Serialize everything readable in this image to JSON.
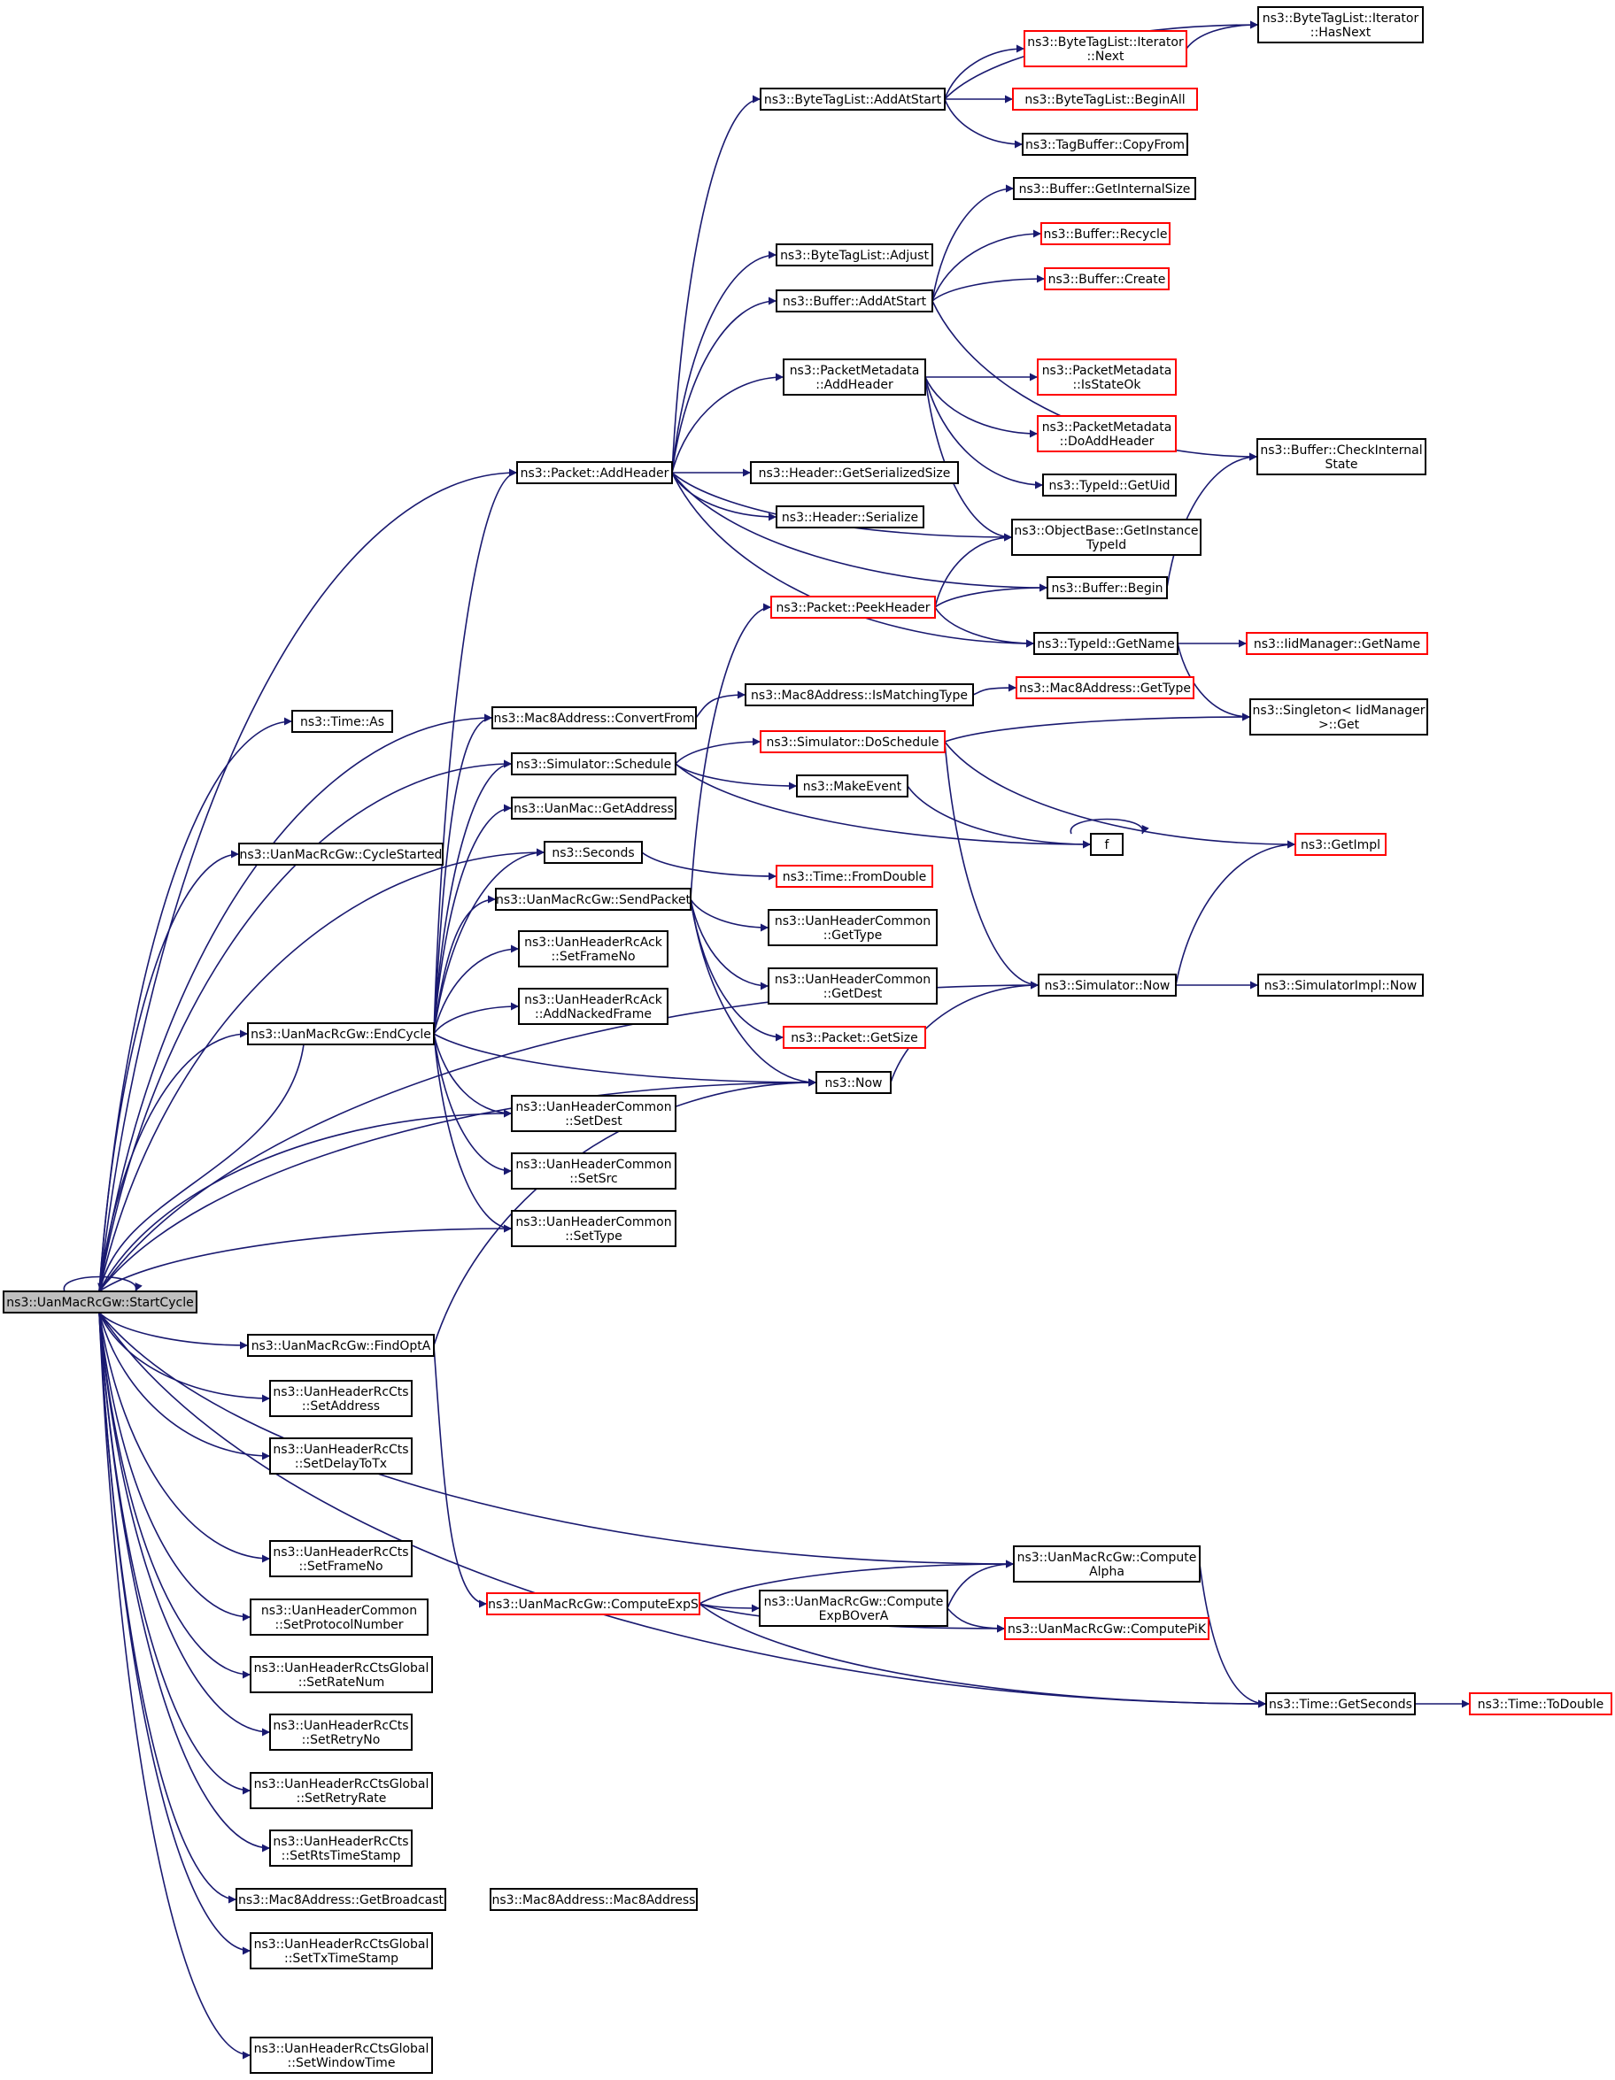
{
  "colors": {
    "edge": "#191970",
    "node_border": "#000000",
    "node_border_incomplete": "#ff0000",
    "root_fill": "#bfbfbf",
    "node_fill": "#ffffff"
  },
  "nodes": [
    {
      "id": "startcycle",
      "lines": [
        "ns3::UanMacRcGw::StartCycle"
      ],
      "style": "root"
    },
    {
      "id": "addheader",
      "lines": [
        "ns3::Packet::AddHeader"
      ],
      "style": "normal"
    },
    {
      "id": "time_as",
      "lines": [
        "ns3::Time::As"
      ],
      "style": "normal"
    },
    {
      "id": "convertfrom",
      "lines": [
        "ns3::Mac8Address::ConvertFrom"
      ],
      "style": "normal"
    },
    {
      "id": "schedule",
      "lines": [
        "ns3::Simulator::Schedule"
      ],
      "style": "normal"
    },
    {
      "id": "getaddress",
      "lines": [
        "ns3::UanMac::GetAddress"
      ],
      "style": "normal"
    },
    {
      "id": "cyclestarted",
      "lines": [
        "ns3::UanMacRcGw::CycleStarted"
      ],
      "style": "normal"
    },
    {
      "id": "seconds",
      "lines": [
        "ns3::Seconds"
      ],
      "style": "normal"
    },
    {
      "id": "sendpacket",
      "lines": [
        "ns3::UanMacRcGw::SendPacket"
      ],
      "style": "normal"
    },
    {
      "id": "setframeno_ack",
      "lines": [
        "ns3::UanHeaderRcAck",
        "::SetFrameNo"
      ],
      "style": "normal"
    },
    {
      "id": "addnackedframe",
      "lines": [
        "ns3::UanHeaderRcAck",
        "::AddNackedFrame"
      ],
      "style": "normal"
    },
    {
      "id": "endcycle",
      "lines": [
        "ns3::UanMacRcGw::EndCycle"
      ],
      "style": "normal"
    },
    {
      "id": "setdest",
      "lines": [
        "ns3::UanHeaderCommon",
        "::SetDest"
      ],
      "style": "normal"
    },
    {
      "id": "setsrc",
      "lines": [
        "ns3::UanHeaderCommon",
        "::SetSrc"
      ],
      "style": "normal"
    },
    {
      "id": "settype",
      "lines": [
        "ns3::UanHeaderCommon",
        "::SetType"
      ],
      "style": "normal"
    },
    {
      "id": "findopta",
      "lines": [
        "ns3::UanMacRcGw::FindOptA"
      ],
      "style": "normal"
    },
    {
      "id": "cts_setaddress",
      "lines": [
        "ns3::UanHeaderRcCts",
        "::SetAddress"
      ],
      "style": "normal"
    },
    {
      "id": "cts_setdelaytotx",
      "lines": [
        "ns3::UanHeaderRcCts",
        "::SetDelayToTx"
      ],
      "style": "normal"
    },
    {
      "id": "cts_setframeno",
      "lines": [
        "ns3::UanHeaderRcCts",
        "::SetFrameNo"
      ],
      "style": "normal"
    },
    {
      "id": "setprotocolnumber",
      "lines": [
        "ns3::UanHeaderCommon",
        "::SetProtocolNumber"
      ],
      "style": "normal"
    },
    {
      "id": "setratenum",
      "lines": [
        "ns3::UanHeaderRcCtsGlobal",
        "::SetRateNum"
      ],
      "style": "normal"
    },
    {
      "id": "setretryno",
      "lines": [
        "ns3::UanHeaderRcCts",
        "::SetRetryNo"
      ],
      "style": "normal"
    },
    {
      "id": "setretryrate",
      "lines": [
        "ns3::UanHeaderRcCtsGlobal",
        "::SetRetryRate"
      ],
      "style": "normal"
    },
    {
      "id": "setrtstimestamp",
      "lines": [
        "ns3::UanHeaderRcCts",
        "::SetRtsTimeStamp"
      ],
      "style": "normal"
    },
    {
      "id": "getbroadcast",
      "lines": [
        "ns3::Mac8Address::GetBroadcast"
      ],
      "style": "normal"
    },
    {
      "id": "mac8address",
      "lines": [
        "ns3::Mac8Address::Mac8Address"
      ],
      "style": "normal"
    },
    {
      "id": "settxtimestamp",
      "lines": [
        "ns3::UanHeaderRcCtsGlobal",
        "::SetTxTimeStamp"
      ],
      "style": "normal"
    },
    {
      "id": "setwindowtime",
      "lines": [
        "ns3::UanHeaderRcCtsGlobal",
        "::SetWindowTime"
      ],
      "style": "normal"
    },
    {
      "id": "btl_addatstart",
      "lines": [
        "ns3::ByteTagList::AddAtStart"
      ],
      "style": "normal"
    },
    {
      "id": "btl_adjust",
      "lines": [
        "ns3::ByteTagList::Adjust"
      ],
      "style": "normal"
    },
    {
      "id": "buf_addatstart",
      "lines": [
        "ns3::Buffer::AddAtStart"
      ],
      "style": "normal"
    },
    {
      "id": "pm_addheader",
      "lines": [
        "ns3::PacketMetadata",
        "::AddHeader"
      ],
      "style": "normal"
    },
    {
      "id": "getserializedsize",
      "lines": [
        "ns3::Header::GetSerializedSize"
      ],
      "style": "normal"
    },
    {
      "id": "serialize",
      "lines": [
        "ns3::Header::Serialize"
      ],
      "style": "normal"
    },
    {
      "id": "peekheader",
      "lines": [
        "ns3::Packet::PeekHeader"
      ],
      "style": "incomplete"
    },
    {
      "id": "ismatchingtype",
      "lines": [
        "ns3::Mac8Address::IsMatchingType"
      ],
      "style": "normal"
    },
    {
      "id": "doschedule",
      "lines": [
        "ns3::Simulator::DoSchedule"
      ],
      "style": "incomplete"
    },
    {
      "id": "makeevent",
      "lines": [
        "ns3::MakeEvent"
      ],
      "style": "normal"
    },
    {
      "id": "fromdouble",
      "lines": [
        "ns3::Time::FromDouble"
      ],
      "style": "incomplete"
    },
    {
      "id": "uhc_gettype",
      "lines": [
        "ns3::UanHeaderCommon",
        "::GetType"
      ],
      "style": "normal"
    },
    {
      "id": "uhc_getdest",
      "lines": [
        "ns3::UanHeaderCommon",
        "::GetDest"
      ],
      "style": "normal"
    },
    {
      "id": "packet_getsize",
      "lines": [
        "ns3::Packet::GetSize"
      ],
      "style": "incomplete"
    },
    {
      "id": "ns3_now",
      "lines": [
        "ns3::Now"
      ],
      "style": "normal"
    },
    {
      "id": "computeexps",
      "lines": [
        "ns3::UanMacRcGw::ComputeExpS"
      ],
      "style": "incomplete"
    },
    {
      "id": "computeexpbovera",
      "lines": [
        "ns3::UanMacRcGw::Compute",
        "ExpBOverA"
      ],
      "style": "normal"
    },
    {
      "id": "it_next",
      "lines": [
        "ns3::ByteTagList::Iterator",
        "::Next"
      ],
      "style": "incomplete"
    },
    {
      "id": "btl_beginall",
      "lines": [
        "ns3::ByteTagList::BeginAll"
      ],
      "style": "incomplete"
    },
    {
      "id": "tagbuffer_copyfrom",
      "lines": [
        "ns3::TagBuffer::CopyFrom"
      ],
      "style": "normal"
    },
    {
      "id": "buf_getinternalsize",
      "lines": [
        "ns3::Buffer::GetInternalSize"
      ],
      "style": "normal"
    },
    {
      "id": "buf_recycle",
      "lines": [
        "ns3::Buffer::Recycle"
      ],
      "style": "incomplete"
    },
    {
      "id": "buf_create",
      "lines": [
        "ns3::Buffer::Create"
      ],
      "style": "incomplete"
    },
    {
      "id": "pm_isstateok",
      "lines": [
        "ns3::PacketMetadata",
        "::IsStateOk"
      ],
      "style": "incomplete"
    },
    {
      "id": "pm_doaddheader",
      "lines": [
        "ns3::PacketMetadata",
        "::DoAddHeader"
      ],
      "style": "incomplete"
    },
    {
      "id": "typeid_getuid",
      "lines": [
        "ns3::TypeId::GetUid"
      ],
      "style": "normal"
    },
    {
      "id": "getinstancetypeid",
      "lines": [
        "ns3::ObjectBase::GetInstance",
        "TypeId"
      ],
      "style": "normal"
    },
    {
      "id": "buf_begin",
      "lines": [
        "ns3::Buffer::Begin"
      ],
      "style": "normal"
    },
    {
      "id": "typeid_getname",
      "lines": [
        "ns3::TypeId::GetName"
      ],
      "style": "normal"
    },
    {
      "id": "mac8_gettype",
      "lines": [
        "ns3::Mac8Address::GetType"
      ],
      "style": "incomplete"
    },
    {
      "id": "f",
      "lines": [
        "f"
      ],
      "style": "normal"
    },
    {
      "id": "simulator_now",
      "lines": [
        "ns3::Simulator::Now"
      ],
      "style": "normal"
    },
    {
      "id": "computealpha",
      "lines": [
        "ns3::UanMacRcGw::Compute",
        "Alpha"
      ],
      "style": "normal"
    },
    {
      "id": "computepik",
      "lines": [
        "ns3::UanMacRcGw::ComputePiK"
      ],
      "style": "incomplete"
    },
    {
      "id": "it_hasnext",
      "lines": [
        "ns3::ByteTagList::Iterator",
        "::HasNext"
      ],
      "style": "normal"
    },
    {
      "id": "checkinternalstate",
      "lines": [
        "ns3::Buffer::CheckInternal",
        "State"
      ],
      "style": "normal"
    },
    {
      "id": "iidmanager_getname",
      "lines": [
        "ns3::IidManager::GetName"
      ],
      "style": "incomplete"
    },
    {
      "id": "singleton_get",
      "lines": [
        "ns3::Singleton< IidManager",
        ">::Get"
      ],
      "style": "normal"
    },
    {
      "id": "getimpl",
      "lines": [
        "ns3::GetImpl"
      ],
      "style": "incomplete"
    },
    {
      "id": "simimpl_now",
      "lines": [
        "ns3::SimulatorImpl::Now"
      ],
      "style": "normal"
    },
    {
      "id": "getseconds",
      "lines": [
        "ns3::Time::GetSeconds"
      ],
      "style": "normal"
    },
    {
      "id": "todouble",
      "lines": [
        "ns3::Time::ToDouble"
      ],
      "style": "incomplete"
    }
  ],
  "edges": [
    [
      "startcycle",
      "startcycle"
    ],
    [
      "startcycle",
      "addheader"
    ],
    [
      "startcycle",
      "time_as"
    ],
    [
      "startcycle",
      "convertfrom"
    ],
    [
      "startcycle",
      "schedule"
    ],
    [
      "startcycle",
      "cyclestarted"
    ],
    [
      "startcycle",
      "seconds"
    ],
    [
      "startcycle",
      "endcycle"
    ],
    [
      "startcycle",
      "setdest"
    ],
    [
      "startcycle",
      "settype"
    ],
    [
      "startcycle",
      "ns3_now"
    ],
    [
      "startcycle",
      "simulator_now"
    ],
    [
      "startcycle",
      "findopta"
    ],
    [
      "startcycle",
      "cts_setaddress"
    ],
    [
      "startcycle",
      "cts_setdelaytotx"
    ],
    [
      "startcycle",
      "computealpha"
    ],
    [
      "startcycle",
      "cts_setframeno"
    ],
    [
      "startcycle",
      "setprotocolnumber"
    ],
    [
      "startcycle",
      "setratenum"
    ],
    [
      "startcycle",
      "setretryno"
    ],
    [
      "startcycle",
      "setretryrate"
    ],
    [
      "startcycle",
      "setrtstimestamp"
    ],
    [
      "startcycle",
      "getbroadcast"
    ],
    [
      "startcycle",
      "settxtimestamp"
    ],
    [
      "startcycle",
      "getseconds"
    ],
    [
      "startcycle",
      "setwindowtime"
    ],
    [
      "endcycle",
      "startcycle"
    ],
    [
      "endcycle",
      "addheader"
    ],
    [
      "endcycle",
      "convertfrom"
    ],
    [
      "endcycle",
      "schedule"
    ],
    [
      "endcycle",
      "getaddress"
    ],
    [
      "endcycle",
      "seconds"
    ],
    [
      "endcycle",
      "sendpacket"
    ],
    [
      "endcycle",
      "setframeno_ack"
    ],
    [
      "endcycle",
      "addnackedframe"
    ],
    [
      "endcycle",
      "ns3_now"
    ],
    [
      "endcycle",
      "setdest"
    ],
    [
      "endcycle",
      "setsrc"
    ],
    [
      "endcycle",
      "settype"
    ],
    [
      "addheader",
      "btl_addatstart"
    ],
    [
      "addheader",
      "btl_adjust"
    ],
    [
      "addheader",
      "buf_addatstart"
    ],
    [
      "addheader",
      "pm_addheader"
    ],
    [
      "addheader",
      "getserializedsize"
    ],
    [
      "addheader",
      "serialize"
    ],
    [
      "addheader",
      "getinstancetypeid"
    ],
    [
      "addheader",
      "buf_begin"
    ],
    [
      "addheader",
      "typeid_getname"
    ],
    [
      "btl_addatstart",
      "it_hasnext"
    ],
    [
      "btl_addatstart",
      "it_next"
    ],
    [
      "btl_addatstart",
      "btl_beginall"
    ],
    [
      "btl_addatstart",
      "tagbuffer_copyfrom"
    ],
    [
      "it_next",
      "it_hasnext"
    ],
    [
      "buf_addatstart",
      "buf_getinternalsize"
    ],
    [
      "buf_addatstart",
      "buf_recycle"
    ],
    [
      "buf_addatstart",
      "buf_create"
    ],
    [
      "buf_addatstart",
      "checkinternalstate"
    ],
    [
      "pm_addheader",
      "pm_isstateok"
    ],
    [
      "pm_addheader",
      "pm_doaddheader"
    ],
    [
      "pm_addheader",
      "typeid_getuid"
    ],
    [
      "pm_addheader",
      "getinstancetypeid"
    ],
    [
      "buf_begin",
      "checkinternalstate"
    ],
    [
      "typeid_getname",
      "iidmanager_getname"
    ],
    [
      "typeid_getname",
      "singleton_get"
    ],
    [
      "convertfrom",
      "ismatchingtype"
    ],
    [
      "ismatchingtype",
      "mac8_gettype"
    ],
    [
      "schedule",
      "doschedule"
    ],
    [
      "schedule",
      "makeevent"
    ],
    [
      "schedule",
      "f"
    ],
    [
      "doschedule",
      "singleton_get"
    ],
    [
      "doschedule",
      "getimpl"
    ],
    [
      "doschedule",
      "simulator_now"
    ],
    [
      "makeevent",
      "f"
    ],
    [
      "f",
      "f"
    ],
    [
      "seconds",
      "fromdouble"
    ],
    [
      "sendpacket",
      "peekheader"
    ],
    [
      "sendpacket",
      "uhc_gettype"
    ],
    [
      "sendpacket",
      "uhc_getdest"
    ],
    [
      "sendpacket",
      "packet_getsize"
    ],
    [
      "sendpacket",
      "ns3_now"
    ],
    [
      "peekheader",
      "getinstancetypeid"
    ],
    [
      "peekheader",
      "buf_begin"
    ],
    [
      "peekheader",
      "typeid_getname"
    ],
    [
      "ns3_now",
      "simulator_now"
    ],
    [
      "simulator_now",
      "getimpl"
    ],
    [
      "simulator_now",
      "simimpl_now"
    ],
    [
      "findopta",
      "ns3_now"
    ],
    [
      "findopta",
      "computeexps"
    ],
    [
      "computeexps",
      "computealpha"
    ],
    [
      "computeexps",
      "computeexpbovera"
    ],
    [
      "computeexps",
      "computepik"
    ],
    [
      "computeexps",
      "getseconds"
    ],
    [
      "computeexpbovera",
      "computealpha"
    ],
    [
      "computeexpbovera",
      "computepik"
    ],
    [
      "computealpha",
      "getseconds"
    ],
    [
      "getseconds",
      "todouble"
    ]
  ]
}
